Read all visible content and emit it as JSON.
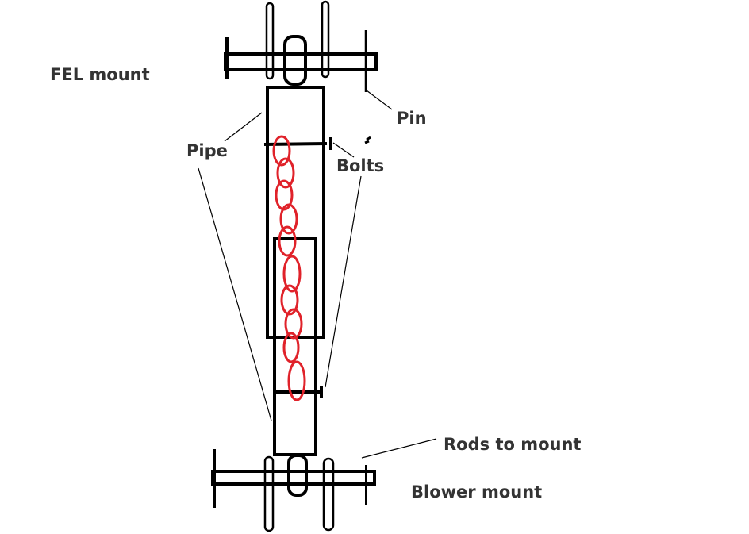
{
  "labels": {
    "fel_mount": "FEL mount",
    "pipe": "Pipe",
    "pin": "Pin",
    "bolts": "Bolts",
    "rods_to_mount": "Rods to mount",
    "blower_mount": "Blower mount"
  },
  "colors": {
    "ink": "#000000",
    "chain": "#e0222a",
    "label_text": "#333333",
    "background": "#ffffff"
  }
}
